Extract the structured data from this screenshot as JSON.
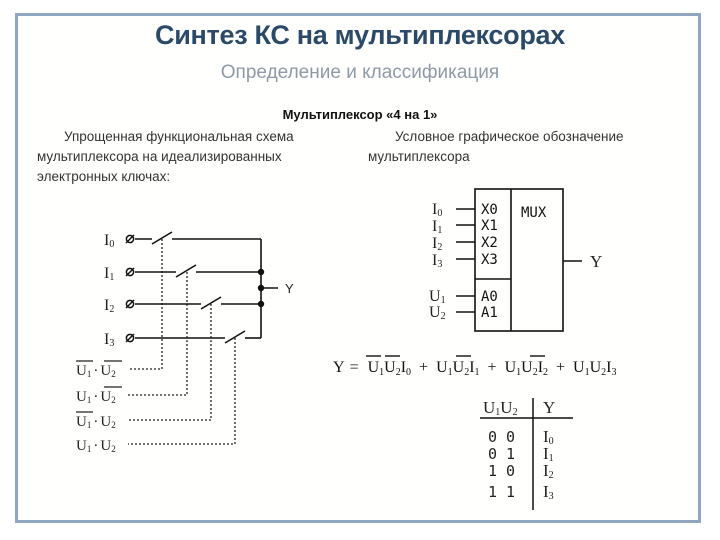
{
  "slide": {
    "title": "Синтез КС на мультиплексорах",
    "subtitle": "Определение и классификация",
    "heading": "Мультиплексор «4 на 1»"
  },
  "left_description": {
    "line1": "Упрощенная функциональная схема",
    "line2": "мультиплексора на идеализированных",
    "line3": "электронных ключах:"
  },
  "right_description": {
    "line1": "Условное графическое обозначение",
    "line2": "мультиплексора"
  },
  "switch_diagram": {
    "inputs": [
      {
        "label": "I",
        "sub": "0"
      },
      {
        "label": "I",
        "sub": "1"
      },
      {
        "label": "I",
        "sub": "2"
      },
      {
        "label": "I",
        "sub": "3"
      }
    ],
    "output": "Y",
    "controls": [
      {
        "a": "U",
        "a_sub": "1",
        "a_bar": true,
        "b": "U",
        "b_sub": "2",
        "b_bar": true
      },
      {
        "a": "U",
        "a_sub": "1",
        "a_bar": false,
        "b": "U",
        "b_sub": "2",
        "b_bar": true
      },
      {
        "a": "U",
        "a_sub": "1",
        "a_bar": true,
        "b": "U",
        "b_sub": "2",
        "b_bar": false
      },
      {
        "a": "U",
        "a_sub": "1",
        "a_bar": false,
        "b": "U",
        "b_sub": "2",
        "b_bar": false
      }
    ],
    "dot_operator": "·"
  },
  "mux_symbol": {
    "name": "MUX",
    "data_pins": [
      "X0",
      "X1",
      "X2",
      "X3"
    ],
    "addr_pins": [
      "A0",
      "A1"
    ],
    "data_inputs": [
      {
        "label": "I",
        "sub": "0"
      },
      {
        "label": "I",
        "sub": "1"
      },
      {
        "label": "I",
        "sub": "2"
      },
      {
        "label": "I",
        "sub": "3"
      }
    ],
    "addr_inputs": [
      {
        "label": "U",
        "sub": "1"
      },
      {
        "label": "U",
        "sub": "2"
      }
    ],
    "output": "Y"
  },
  "formula": {
    "lhs": "Y",
    "eq": "=",
    "plus": "+",
    "terms": [
      [
        {
          "v": "U",
          "s": "1",
          "bar": true
        },
        {
          "v": "U",
          "s": "2",
          "bar": true
        },
        {
          "v": "I",
          "s": "0",
          "bar": false
        }
      ],
      [
        {
          "v": "U",
          "s": "1",
          "bar": false
        },
        {
          "v": "U",
          "s": "2",
          "bar": true
        },
        {
          "v": "I",
          "s": "1",
          "bar": false
        }
      ],
      [
        {
          "v": "U",
          "s": "1",
          "bar": true
        },
        {
          "v": "U",
          "s": "2",
          "bar": false
        },
        {
          "v": "I",
          "s": "2",
          "bar": false
        }
      ],
      [
        {
          "v": "U",
          "s": "1",
          "bar": false
        },
        {
          "v": "U",
          "s": "2",
          "bar": false
        },
        {
          "v": "I",
          "s": "3",
          "bar": false
        }
      ]
    ]
  },
  "truth_table": {
    "headers": {
      "u1": "U",
      "u1_sub": "1",
      "u2": "U",
      "u2_sub": "2",
      "y": "Y"
    },
    "rows": [
      {
        "u1": "0",
        "u2": "0",
        "y": "I",
        "y_sub": "0"
      },
      {
        "u1": "0",
        "u2": "1",
        "y": "I",
        "y_sub": "1"
      },
      {
        "u1": "1",
        "u2": "0",
        "y": "I",
        "y_sub": "2"
      },
      {
        "u1": "1",
        "u2": "1",
        "y": "I",
        "y_sub": "3"
      }
    ]
  },
  "colors": {
    "frame": "#8fa6c0",
    "title": "#2b4a68",
    "subtitle": "#8e9aa7"
  }
}
